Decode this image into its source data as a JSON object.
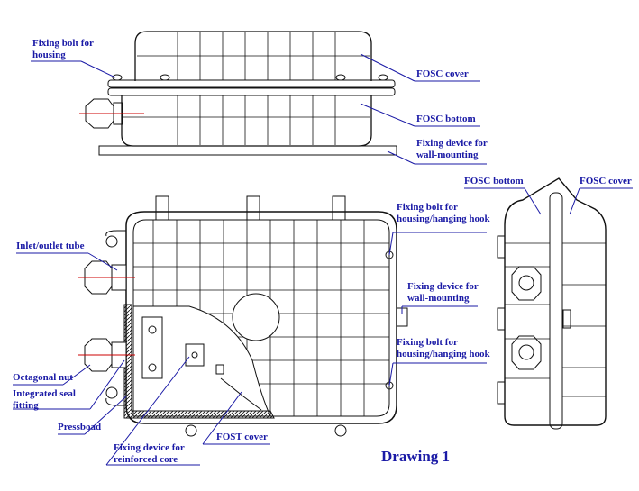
{
  "labels": {
    "fixing_bolt_housing": [
      "Fixing bolt for",
      "housing"
    ],
    "fosc_cover_top": "FOSC cover",
    "fosc_bottom_top": "FOSC bottom",
    "fixing_device_top": [
      "Fixing device for",
      "wall-mounting"
    ],
    "inlet_outlet_tube": "Inlet/outlet tube",
    "octagonal_nut": "Octagonal nut",
    "integrated_seal": [
      "Integrated seal",
      "fitting"
    ],
    "pressboad": "Pressboad",
    "fixing_device_core": [
      "Fixing device for",
      "reinforced core"
    ],
    "fost_cover": "FOST cover",
    "fixing_bolt_hook_1": [
      "Fixing bolt for",
      "housing/hanging hook"
    ],
    "fixing_device_wall_mid": [
      "Fixing device for",
      "wall-mounting"
    ],
    "fixing_bolt_hook_2": [
      "Fixing bolt for",
      "housing/hanging hook"
    ],
    "fosc_bottom_side": "FOSC bottom",
    "fosc_cover_side": "FOSC cover",
    "caption": "Drawing  1"
  },
  "colors": {
    "line": "#111111",
    "label": "#1a1aa6",
    "leader": "#1a1aa6",
    "axis": "#cc0000"
  }
}
